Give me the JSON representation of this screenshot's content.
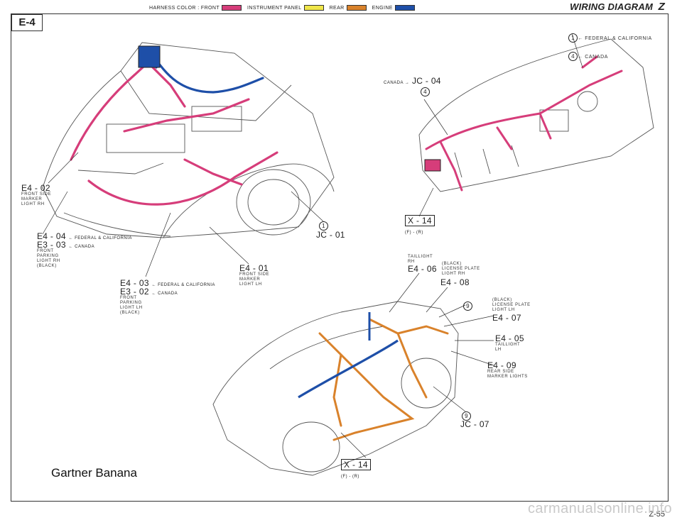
{
  "legend": {
    "prefix": "HARNESS COLOR : FRONT",
    "items": [
      {
        "label": "INSTRUMENT PANEL",
        "color": "#d63d7a"
      },
      {
        "label": "REAR",
        "color": "#f0e64a"
      },
      {
        "label": "ENGINE",
        "color": "#d9822b"
      },
      {
        "label": "",
        "color": "#1e4fa8"
      }
    ]
  },
  "title": "WIRING DIAGRAM",
  "title_letter": "Z",
  "section": "E-4",
  "top_right_note": {
    "line1_num": "1",
    "line1_text": "← FEDERAL & CALIFORNIA",
    "line2_num": "4",
    "line2_text": "← CANADA"
  },
  "jc04": {
    "prefix": "CANADA →",
    "code": "JC - 04",
    "num": "4"
  },
  "x14_top": {
    "code": "X - 14",
    "sub": "(F) - (R)"
  },
  "x14_bottom": {
    "code": "X - 14",
    "sub": "(F) - (R)"
  },
  "e402": {
    "code": "E4 - 02",
    "desc": "FRONT SIDE\nMARKER\nLIGHT RH"
  },
  "e404": {
    "code": "E4 - 04",
    "note": "← FEDERAL & CALIFORNIA"
  },
  "e303": {
    "code": "E3 - 03",
    "note": "← CANADA",
    "desc": "FRONT\nPARKING\nLIGHT RH\n(BLACK)"
  },
  "jc01": {
    "num": "1",
    "code": "JC - 01"
  },
  "e401": {
    "code": "E4 - 01",
    "desc": "FRONT SIDE\nMARKER\nLIGHT LH"
  },
  "e403": {
    "code": "E4 - 03",
    "note": "← FEDERAL & CALIFORNIA"
  },
  "e302": {
    "code": "E3 - 02",
    "note": "← CANADA",
    "desc": "FRONT\nPARKING\nLIGHT LH\n(BLACK)"
  },
  "e406": {
    "pre": "TAILLIGHT\nRH",
    "code": "E4 - 06"
  },
  "e408": {
    "desc": "(BLACK)\nLICENSE PLATE\nLIGHT RH",
    "code": "E4 - 08"
  },
  "e407": {
    "num": "9",
    "desc": "(BLACK)\nLICENSE PLATE\nLIGHT LH",
    "code": "E4 - 07"
  },
  "e405": {
    "code": "E4 - 05",
    "desc": "TAILLIGHT\nLH"
  },
  "e409": {
    "code": "E4 - 09",
    "desc": "REAR SIDE\nMARKER LIGHTS"
  },
  "jc07": {
    "num": "9",
    "code": "JC - 07"
  },
  "caption": "Gartner Banana",
  "page_number": "Z-55",
  "watermark": "carmanualsonline.info"
}
